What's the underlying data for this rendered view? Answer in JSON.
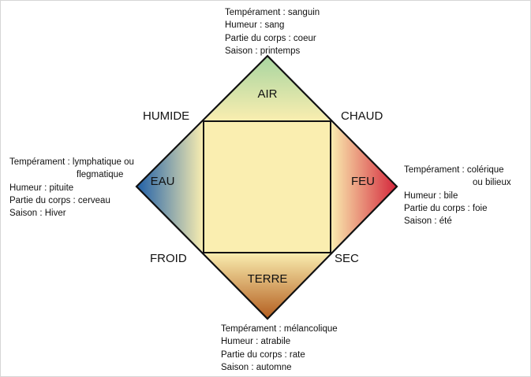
{
  "elements": {
    "air": {
      "name": "AIR",
      "temperament": "Tempérament : sanguin",
      "humeur": "Humeur : sang",
      "partie": "Partie du corps : coeur",
      "saison": "Saison : printemps",
      "color": "#a8d5a0"
    },
    "eau": {
      "name": "EAU",
      "temperament_line1": "Tempérament : lymphatique ou",
      "temperament_line2": "flegmatique",
      "humeur": "Humeur : pituite",
      "partie": "Partie du corps : cerveau",
      "saison": "Saison : Hiver",
      "color": "#1f5fa8"
    },
    "feu": {
      "name": "FEU",
      "temperament_line1": "Tempérament : colérique",
      "temperament_line2": "ou bilieux",
      "humeur": "Humeur : bile",
      "partie": "Partie du corps : foie",
      "saison": "Saison : été",
      "color": "#d4253b"
    },
    "terre": {
      "name": "TERRE",
      "temperament": "Tempérament : mélancolique",
      "humeur": "Humeur : atrabile",
      "partie": "Partie du corps : rate",
      "saison": "Saison : automne",
      "color": "#b35d1e"
    }
  },
  "qualities": {
    "humide": "HUMIDE",
    "chaud": "CHAUD",
    "froid": "FROID",
    "sec": "SEC"
  },
  "colors": {
    "center": "#faeeb0",
    "outline": "#111111"
  }
}
